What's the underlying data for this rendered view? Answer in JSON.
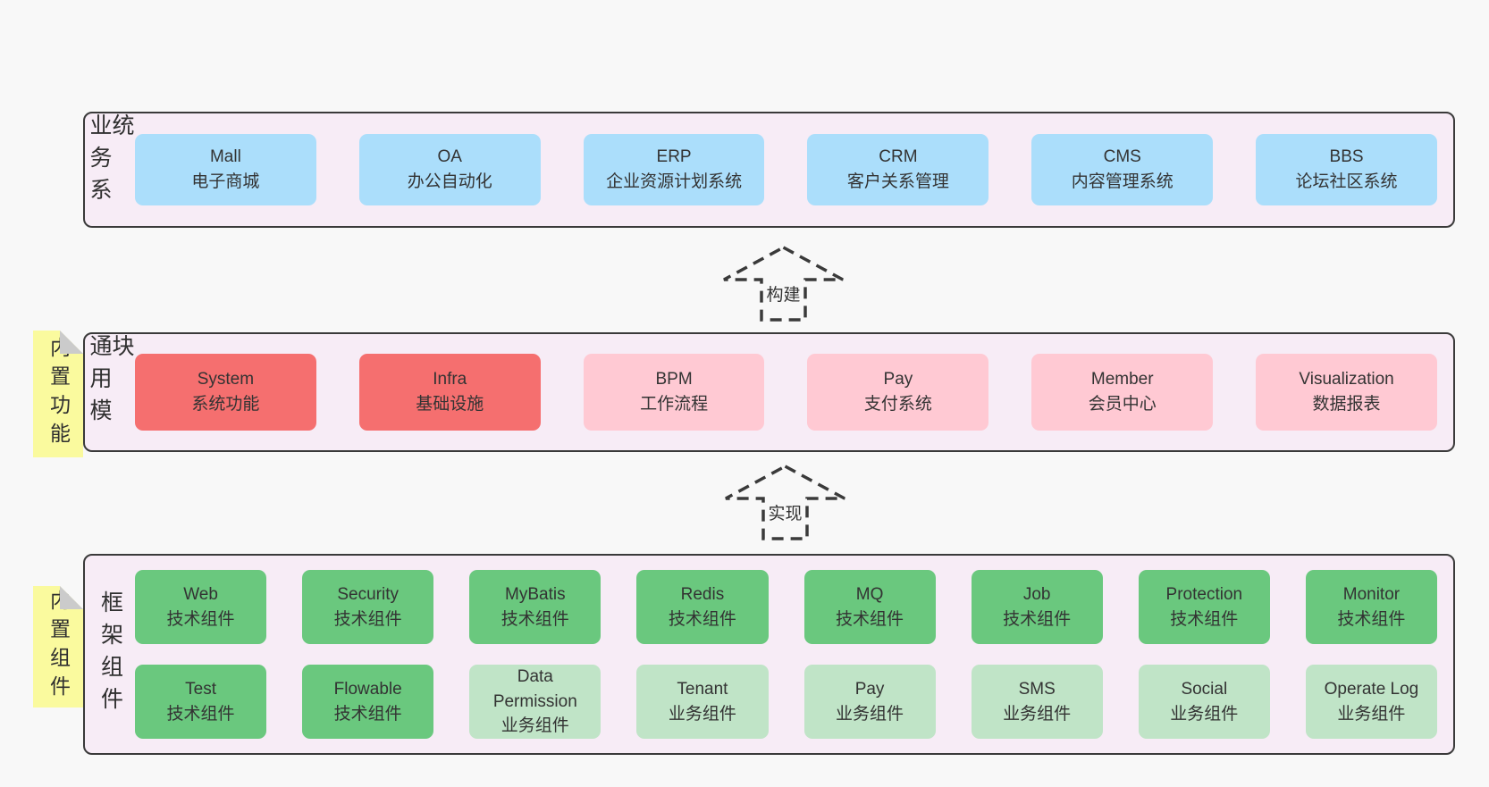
{
  "colors": {
    "page_bg": "#F8F8F8",
    "container_bg": "#F7ECF6",
    "container_border": "#3A3A3A",
    "blue_box": "#ABDEFB",
    "red_box": "#F56F6F",
    "pink_box": "#FFC9D3",
    "green_box": "#6AC87E",
    "light_green_box": "#C0E4C7",
    "note_bg": "#FAFA9E",
    "note_fold": "#CBCBCB",
    "text": "#333333"
  },
  "arrows": {
    "build": "构建",
    "implement": "实现"
  },
  "layers": {
    "business": {
      "label": "业务系统",
      "boxes": [
        {
          "name": "Mall",
          "desc": "电子商城",
          "variant": "blue"
        },
        {
          "name": "OA",
          "desc": "办公自动化",
          "variant": "blue"
        },
        {
          "name": "ERP",
          "desc": "企业资源计划系统",
          "variant": "blue"
        },
        {
          "name": "CRM",
          "desc": "客户关系管理",
          "variant": "blue"
        },
        {
          "name": "CMS",
          "desc": "内容管理系统",
          "variant": "blue"
        },
        {
          "name": "BBS",
          "desc": "论坛社区系统",
          "variant": "blue"
        }
      ]
    },
    "modules": {
      "label": "通用模块",
      "note": "内置功能",
      "boxes": [
        {
          "name": "System",
          "desc": "系统功能",
          "variant": "red"
        },
        {
          "name": "Infra",
          "desc": "基础设施",
          "variant": "red"
        },
        {
          "name": "BPM",
          "desc": "工作流程",
          "variant": "pink"
        },
        {
          "name": "Pay",
          "desc": "支付系统",
          "variant": "pink"
        },
        {
          "name": "Member",
          "desc": "会员中心",
          "variant": "pink"
        },
        {
          "name": "Visualization",
          "desc": "数据报表",
          "variant": "pink"
        }
      ]
    },
    "components": {
      "label": "框架组件",
      "note": "内置组件",
      "row1": [
        {
          "name": "Web",
          "desc": "技术组件",
          "variant": "green"
        },
        {
          "name": "Security",
          "desc": "技术组件",
          "variant": "green"
        },
        {
          "name": "MyBatis",
          "desc": "技术组件",
          "variant": "green"
        },
        {
          "name": "Redis",
          "desc": "技术组件",
          "variant": "green"
        },
        {
          "name": "MQ",
          "desc": "技术组件",
          "variant": "green"
        },
        {
          "name": "Job",
          "desc": "技术组件",
          "variant": "green"
        },
        {
          "name": "Protection",
          "desc": "技术组件",
          "variant": "green"
        },
        {
          "name": "Monitor",
          "desc": "技术组件",
          "variant": "green"
        }
      ],
      "row2": [
        {
          "name": "Test",
          "desc": "技术组件",
          "variant": "green"
        },
        {
          "name": "Flowable",
          "desc": "技术组件",
          "variant": "green"
        },
        {
          "name": "Data Permission",
          "desc": "业务组件",
          "variant": "lightgreen"
        },
        {
          "name": "Tenant",
          "desc": "业务组件",
          "variant": "lightgreen"
        },
        {
          "name": "Pay",
          "desc": "业务组件",
          "variant": "lightgreen"
        },
        {
          "name": "SMS",
          "desc": "业务组件",
          "variant": "lightgreen"
        },
        {
          "name": "Social",
          "desc": "业务组件",
          "variant": "lightgreen"
        },
        {
          "name": "Operate Log",
          "desc": "业务组件",
          "variant": "lightgreen"
        }
      ]
    }
  }
}
